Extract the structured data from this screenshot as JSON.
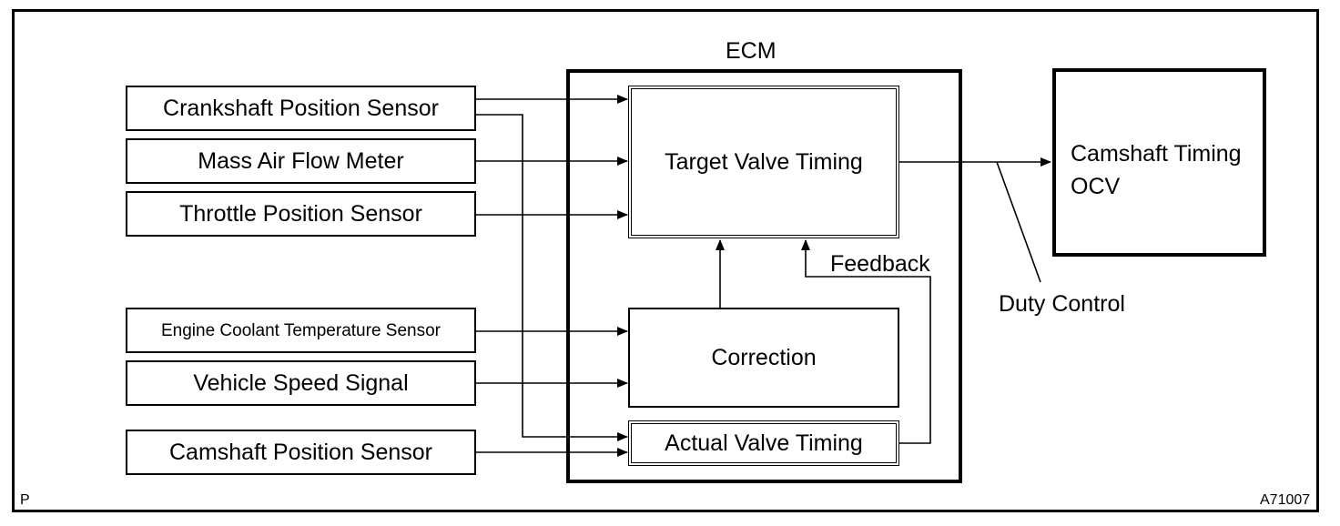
{
  "diagram": {
    "ecm_label": "ECM",
    "inputs": {
      "crankshaft": "Crankshaft Position Sensor",
      "maf": "Mass Air Flow Meter",
      "throttle": "Throttle Position Sensor",
      "coolant": "Engine Coolant Temperature Sensor",
      "speed": "Vehicle Speed Signal",
      "camshaft": "Camshaft Position Sensor"
    },
    "ecm_blocks": {
      "target": "Target Valve Timing",
      "correction": "Correction",
      "actual": "Actual Valve Timing"
    },
    "feedback_label": "Feedback",
    "output": {
      "line1": "Camshaft Timing",
      "line2": "OCV"
    },
    "duty_label": "Duty Control",
    "corner_left": "P",
    "corner_right": "A71007"
  }
}
